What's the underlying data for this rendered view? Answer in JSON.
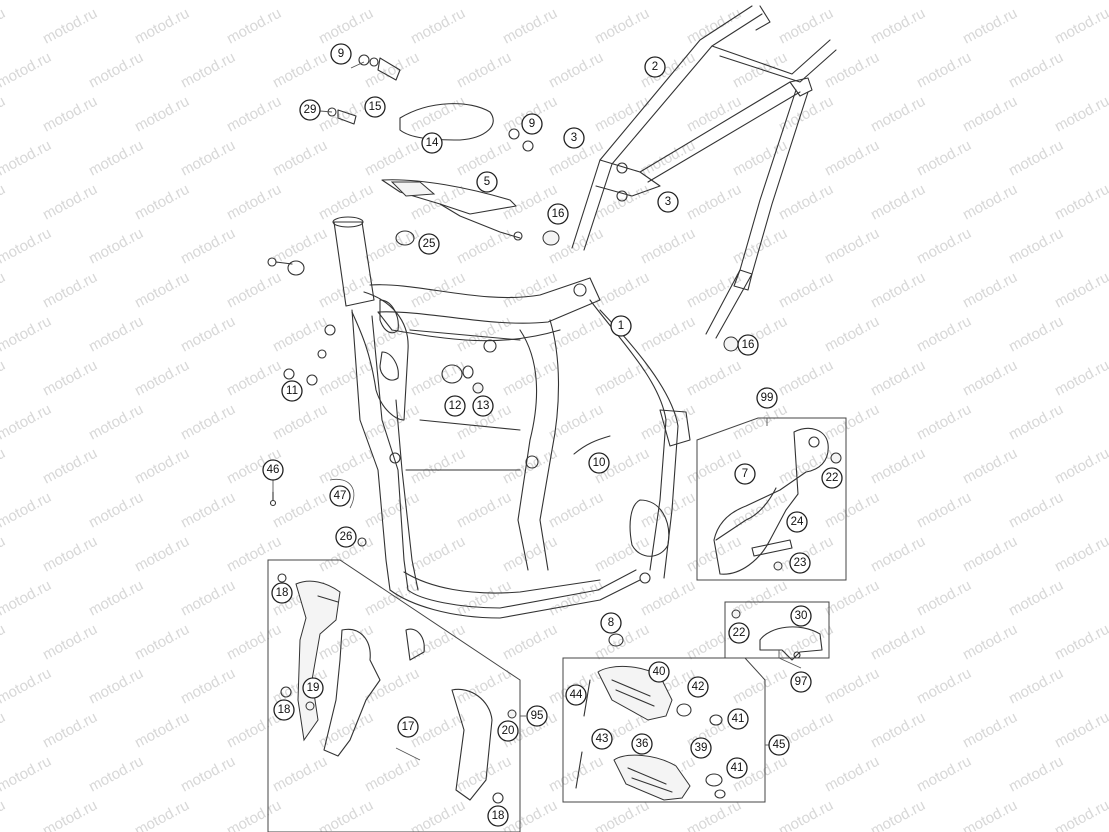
{
  "watermark": {
    "text": "motod.ru",
    "color": "#d7d7d7"
  },
  "callouts": [
    {
      "id": "c9a",
      "label": "9"
    },
    {
      "id": "c15",
      "label": "15"
    },
    {
      "id": "c29",
      "label": "29"
    },
    {
      "id": "c9b",
      "label": "9"
    },
    {
      "id": "c14",
      "label": "14"
    },
    {
      "id": "c2",
      "label": "2"
    },
    {
      "id": "c3a",
      "label": "3"
    },
    {
      "id": "c5",
      "label": "5"
    },
    {
      "id": "c3b",
      "label": "3"
    },
    {
      "id": "c16a",
      "label": "16"
    },
    {
      "id": "c25",
      "label": "25"
    },
    {
      "id": "c1",
      "label": "1"
    },
    {
      "id": "c16b",
      "label": "16"
    },
    {
      "id": "c11",
      "label": "11"
    },
    {
      "id": "c12",
      "label": "12"
    },
    {
      "id": "c13",
      "label": "13"
    },
    {
      "id": "c99",
      "label": "99"
    },
    {
      "id": "c7",
      "label": "7"
    },
    {
      "id": "c22a",
      "label": "22"
    },
    {
      "id": "c10",
      "label": "10"
    },
    {
      "id": "c46",
      "label": "46"
    },
    {
      "id": "c47",
      "label": "47"
    },
    {
      "id": "c24",
      "label": "24"
    },
    {
      "id": "c26",
      "label": "26"
    },
    {
      "id": "c23",
      "label": "23"
    },
    {
      "id": "c18a",
      "label": "18"
    },
    {
      "id": "c30",
      "label": "30"
    },
    {
      "id": "c8",
      "label": "8"
    },
    {
      "id": "c22b",
      "label": "22"
    },
    {
      "id": "c97",
      "label": "97"
    },
    {
      "id": "c40",
      "label": "40"
    },
    {
      "id": "c19",
      "label": "19"
    },
    {
      "id": "c44",
      "label": "44"
    },
    {
      "id": "c42",
      "label": "42"
    },
    {
      "id": "c18b",
      "label": "18"
    },
    {
      "id": "c95",
      "label": "95"
    },
    {
      "id": "c17",
      "label": "17"
    },
    {
      "id": "c41a",
      "label": "41"
    },
    {
      "id": "c20",
      "label": "20"
    },
    {
      "id": "c43",
      "label": "43"
    },
    {
      "id": "c36",
      "label": "36"
    },
    {
      "id": "c39",
      "label": "39"
    },
    {
      "id": "c45",
      "label": "45"
    },
    {
      "id": "c41b",
      "label": "41"
    },
    {
      "id": "c18c",
      "label": "18"
    }
  ]
}
